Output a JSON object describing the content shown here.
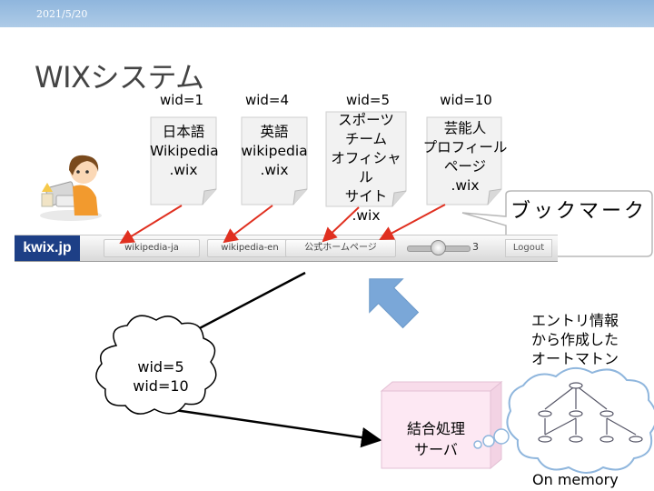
{
  "header": {
    "date": "2021/5/20"
  },
  "slide": {
    "title": "WIXシステム"
  },
  "columns": [
    {
      "wid": "wid=1",
      "lines": [
        "日本語",
        "Wikipedia",
        ".wix"
      ]
    },
    {
      "wid": "wid=4",
      "lines": [
        "英語",
        "wikipedia",
        ".wix"
      ]
    },
    {
      "wid": "wid=5",
      "lines": [
        "スポーツ",
        "チーム",
        "オフィシャル",
        "サイト",
        ".wix"
      ]
    },
    {
      "wid": "wid=10",
      "lines": [
        "芸能人",
        "プロフィール",
        "ページ",
        ".wix"
      ]
    }
  ],
  "toolbar": {
    "logo": "kwix.jp",
    "tabs": [
      "wikipedia-ja",
      "wikipedia-en",
      "公式ホームページ"
    ],
    "slider_value": "3",
    "logout": "Logout"
  },
  "callout": {
    "text": "ブックマーク"
  },
  "automaton": {
    "lines": [
      "エントリ情報",
      "から作成した",
      "オートマトン"
    ],
    "memory": "On memory"
  },
  "cloud": {
    "lines": [
      "wid=5",
      "wid=10"
    ]
  },
  "server": {
    "lines": [
      "結合処理",
      "サーバ"
    ]
  },
  "colors": {
    "arrow_red": "#e03020",
    "arrow_blue": "#7aa7d8",
    "doc_bg": "#f2f2f2",
    "server_bg": "#fde8f3"
  }
}
